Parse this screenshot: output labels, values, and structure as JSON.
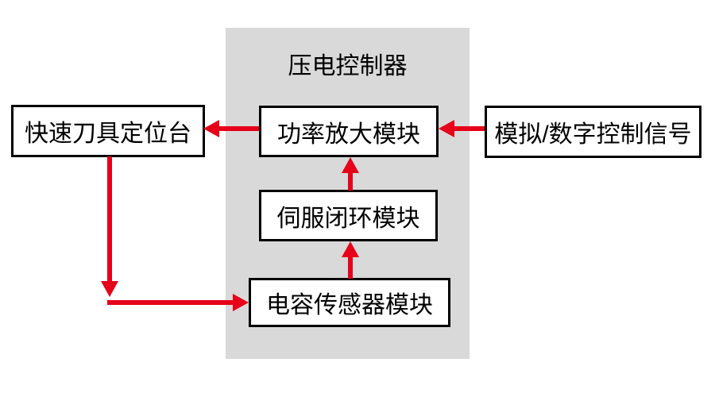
{
  "diagram": {
    "title": "压电控制器",
    "boxes": {
      "stage": {
        "label": "快速刀具定位台"
      },
      "power": {
        "label": "功率放大模块"
      },
      "signal": {
        "label": "模拟/数字控制信号"
      },
      "servo": {
        "label": "伺服闭环模块"
      },
      "sensor": {
        "label": "电容传感器模块"
      }
    },
    "arrows": [
      {
        "from": "power",
        "to": "stage",
        "direction": "left"
      },
      {
        "from": "signal",
        "to": "power",
        "direction": "left"
      },
      {
        "from": "servo",
        "to": "power",
        "direction": "up"
      },
      {
        "from": "sensor",
        "to": "servo",
        "direction": "up"
      },
      {
        "from": "stage",
        "to": "corner",
        "direction": "down"
      },
      {
        "from": "corner",
        "to": "sensor",
        "direction": "right"
      }
    ],
    "colors": {
      "arrow": "#e60019",
      "panel_bg": "#d9d9d9",
      "box_bg": "#ffffff",
      "box_border": "#000000",
      "background": "#ffffff"
    }
  }
}
